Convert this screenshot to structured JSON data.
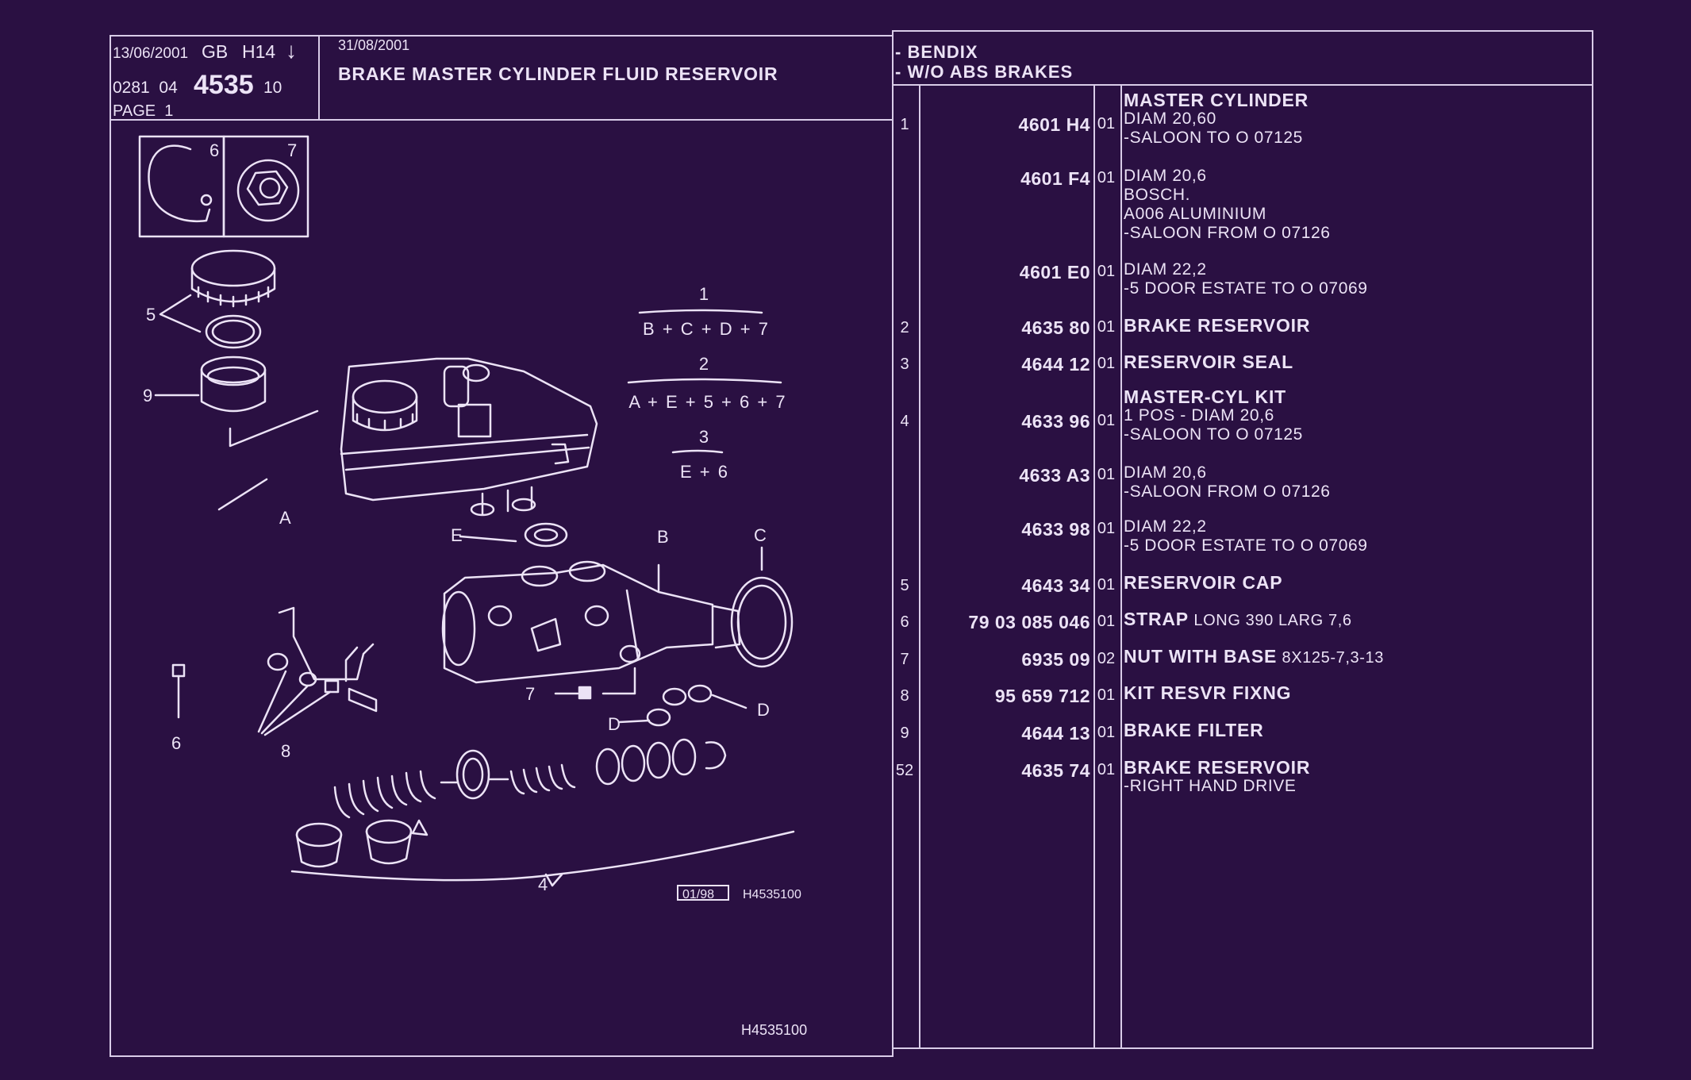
{
  "header": {
    "date1": "13/06/2001",
    "country": "GB",
    "model": "H14",
    "arrow": "↓",
    "code_prefix": "0281  04",
    "code_main": "4535",
    "code_suffix": "10",
    "page": "PAGE  1",
    "date2": "31/08/2001",
    "title": "BRAKE MASTER CYLINDER FLUID RESERVOIR",
    "cond1": "- BENDIX",
    "cond2": "- W/O ABS BRAKES"
  },
  "diagram": {
    "formulas": [
      {
        "num": "1",
        "expr": "B + C + D + 7"
      },
      {
        "num": "2",
        "expr": "A + E + 5 + 6 + 7"
      },
      {
        "num": "3",
        "expr": "E + 6"
      }
    ],
    "labels": {
      "l6": "6",
      "l7": "7",
      "l5": "5",
      "l9": "9",
      "lA": "A",
      "lE": "E",
      "lB": "B",
      "lC": "C",
      "l7b": "7",
      "lD1": "D",
      "lD2": "D",
      "l6b": "6",
      "l8": "8",
      "l4": "4"
    },
    "stamp_date": "01/98",
    "stamp_ref": "H4535100",
    "footer_ref": "H4535100"
  },
  "parts": [
    {
      "ref": "1",
      "part": "4601 H4",
      "qty": "01",
      "title": "MASTER CYLINDER",
      "lines": [
        "DIAM 20,60",
        "-SALOON TO  O  07125"
      ]
    },
    {
      "ref": "",
      "part": "4601 F4",
      "qty": "01",
      "title": "",
      "lines": [
        "DIAM 20,6",
        "BOSCH.",
        "A006 ALUMINIUM",
        "-SALOON FROM  O  07126"
      ]
    },
    {
      "ref": "",
      "part": "4601 E0",
      "qty": "01",
      "title": "",
      "lines": [
        "DIAM 22,2",
        "-5 DOOR ESTATE TO  O  07069"
      ]
    },
    {
      "ref": "2",
      "part": "4635 80",
      "qty": "01",
      "title": "BRAKE RESERVOIR",
      "lines": []
    },
    {
      "ref": "3",
      "part": "4644 12",
      "qty": "01",
      "title": "RESERVOIR SEAL",
      "lines": []
    },
    {
      "ref": "4",
      "part": "4633 96",
      "qty": "01",
      "title": "MASTER-CYL KIT",
      "lines": [
        "1 POS - DIAM 20,6",
        "-SALOON TO  O  07125"
      ]
    },
    {
      "ref": "",
      "part": "4633 A3",
      "qty": "01",
      "title": "",
      "lines": [
        "DIAM 20,6",
        "-SALOON FROM  O  07126"
      ]
    },
    {
      "ref": "",
      "part": "4633 98",
      "qty": "01",
      "title": "",
      "lines": [
        "DIAM 22,2",
        "-5 DOOR ESTATE TO  O  07069"
      ]
    },
    {
      "ref": "5",
      "part": "4643 34",
      "qty": "01",
      "title": "RESERVOIR CAP",
      "lines": []
    },
    {
      "ref": "6",
      "part": "79 03 085 046",
      "qty": "01",
      "title": "STRAP",
      "inline": "LONG 390 LARG 7,6",
      "lines": []
    },
    {
      "ref": "7",
      "part": "6935 09",
      "qty": "02",
      "title": "NUT WITH BASE",
      "inline": "8X125-7,3-13",
      "lines": []
    },
    {
      "ref": "8",
      "part": "95 659 712",
      "qty": "01",
      "title": "KIT RESVR FIXNG",
      "lines": []
    },
    {
      "ref": "9",
      "part": "4644 13",
      "qty": "01",
      "title": "BRAKE FILTER",
      "lines": []
    },
    {
      "ref": "52",
      "part": "4635 74",
      "qty": "01",
      "title": "BRAKE RESERVOIR",
      "lines": [
        "-RIGHT HAND DRIVE"
      ]
    }
  ]
}
